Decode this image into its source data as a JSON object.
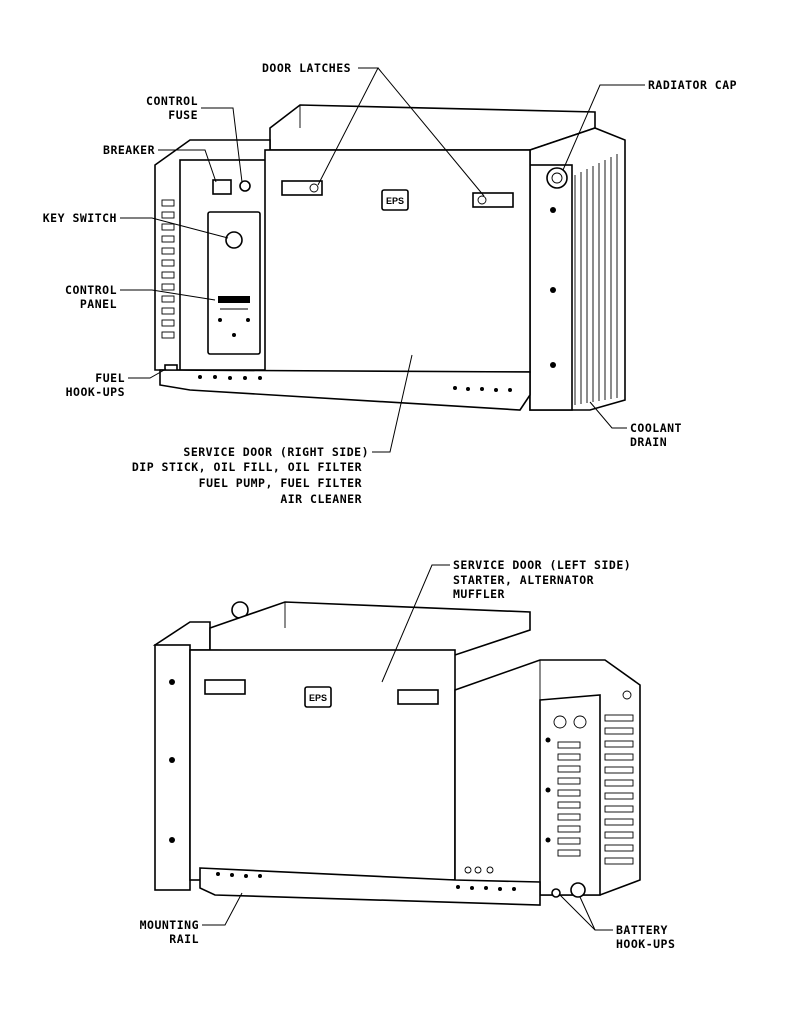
{
  "top_view": {
    "labels": {
      "door_latches": "DOOR LATCHES",
      "radiator_cap": "RADIATOR CAP",
      "control_fuse_1": "CONTROL",
      "control_fuse_2": "FUSE",
      "breaker": "BREAKER",
      "key_switch": "KEY SWITCH",
      "control_panel_1": "CONTROL",
      "control_panel_2": "PANEL",
      "fuel_hookups_1": "FUEL",
      "fuel_hookups_2": "HOOK-UPS",
      "coolant_drain_1": "COOLANT",
      "coolant_drain_2": "DRAIN",
      "service_door_right_1": "SERVICE DOOR (RIGHT SIDE)",
      "service_door_right_2": "DIP STICK, OIL FILL, OIL FILTER",
      "service_door_right_3": "FUEL PUMP, FUEL FILTER",
      "service_door_right_4": "AIR CLEANER"
    },
    "logo": "EPS"
  },
  "bottom_view": {
    "labels": {
      "service_door_left_1": "SERVICE DOOR (LEFT SIDE)",
      "service_door_left_2": "STARTER, ALTERNATOR",
      "service_door_left_3": "MUFFLER",
      "mounting_rail_1": "MOUNTING",
      "mounting_rail_2": "RAIL",
      "battery_hookups_1": "BATTERY",
      "battery_hookups_2": "HOOK-UPS"
    },
    "logo": "EPS"
  }
}
